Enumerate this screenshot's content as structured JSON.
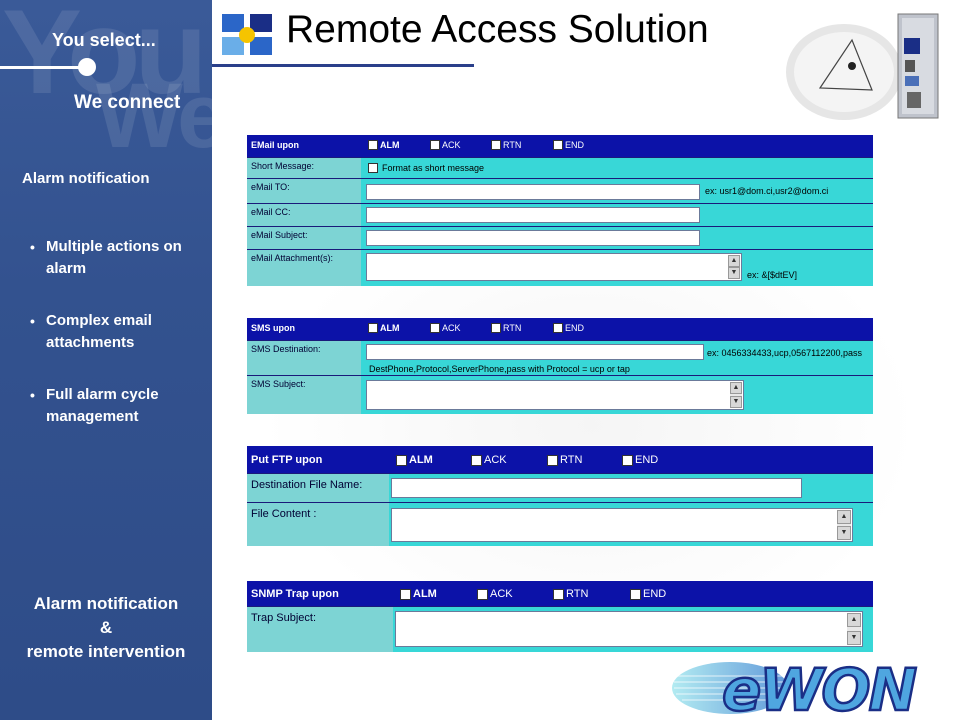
{
  "header": {
    "title": "Remote Access Solution"
  },
  "sidebar": {
    "tagline_1": "You select...",
    "tagline_2": "We connect",
    "watermark_1": "You",
    "watermark_2": "We",
    "heading": "Alarm notification",
    "bullets": [
      "Multiple actions on alarm",
      "Complex email attachments",
      "Full alarm cycle management"
    ],
    "footer": {
      "line1": "Alarm notification",
      "line2": "&",
      "line3": "remote intervention"
    }
  },
  "email_form": {
    "header": "EMail upon",
    "checks": [
      "ALM",
      "ACK",
      "RTN",
      "END"
    ],
    "short_message_label": "Short Message:",
    "short_message_check": "Format as short message",
    "to_label": "eMail TO:",
    "to_hint": "ex: usr1@dom.ci,usr2@dom.ci",
    "cc_label": "eMail CC:",
    "subject_label": "eMail Subject:",
    "attachment_label": "eMail Attachment(s):",
    "attachment_hint": "ex: &[$dtEV]"
  },
  "sms_form": {
    "header": "SMS upon",
    "checks": [
      "ALM",
      "ACK",
      "RTN",
      "END"
    ],
    "destination_label": "SMS Destination:",
    "destination_hint": "ex: 0456334433,ucp,0567112200,pass",
    "destination_help": "DestPhone,Protocol,ServerPhone,pass with Protocol = ucp or tap",
    "subject_label": "SMS Subject:"
  },
  "ftp_form": {
    "header": "Put FTP upon",
    "checks": [
      "ALM",
      "ACK",
      "RTN",
      "END"
    ],
    "file_name_label": "Destination File Name:",
    "content_label": "File Content :"
  },
  "snmp_form": {
    "header": "SNMP Trap upon",
    "checks": [
      "ALM",
      "ACK",
      "RTN",
      "END"
    ],
    "subject_label": "Trap Subject:"
  },
  "brand": {
    "logo_text": "eWON"
  },
  "icons": [
    "logo-squares-icon",
    "scroll-up-icon",
    "scroll-down-icon",
    "checkbox-icon"
  ],
  "colors": {
    "sidebar": "#33528f",
    "form_header": "#0c12a8",
    "form_body": "#38d7d7",
    "label_cell": "#7dd4d4",
    "accent_yellow": "#f5c400"
  }
}
